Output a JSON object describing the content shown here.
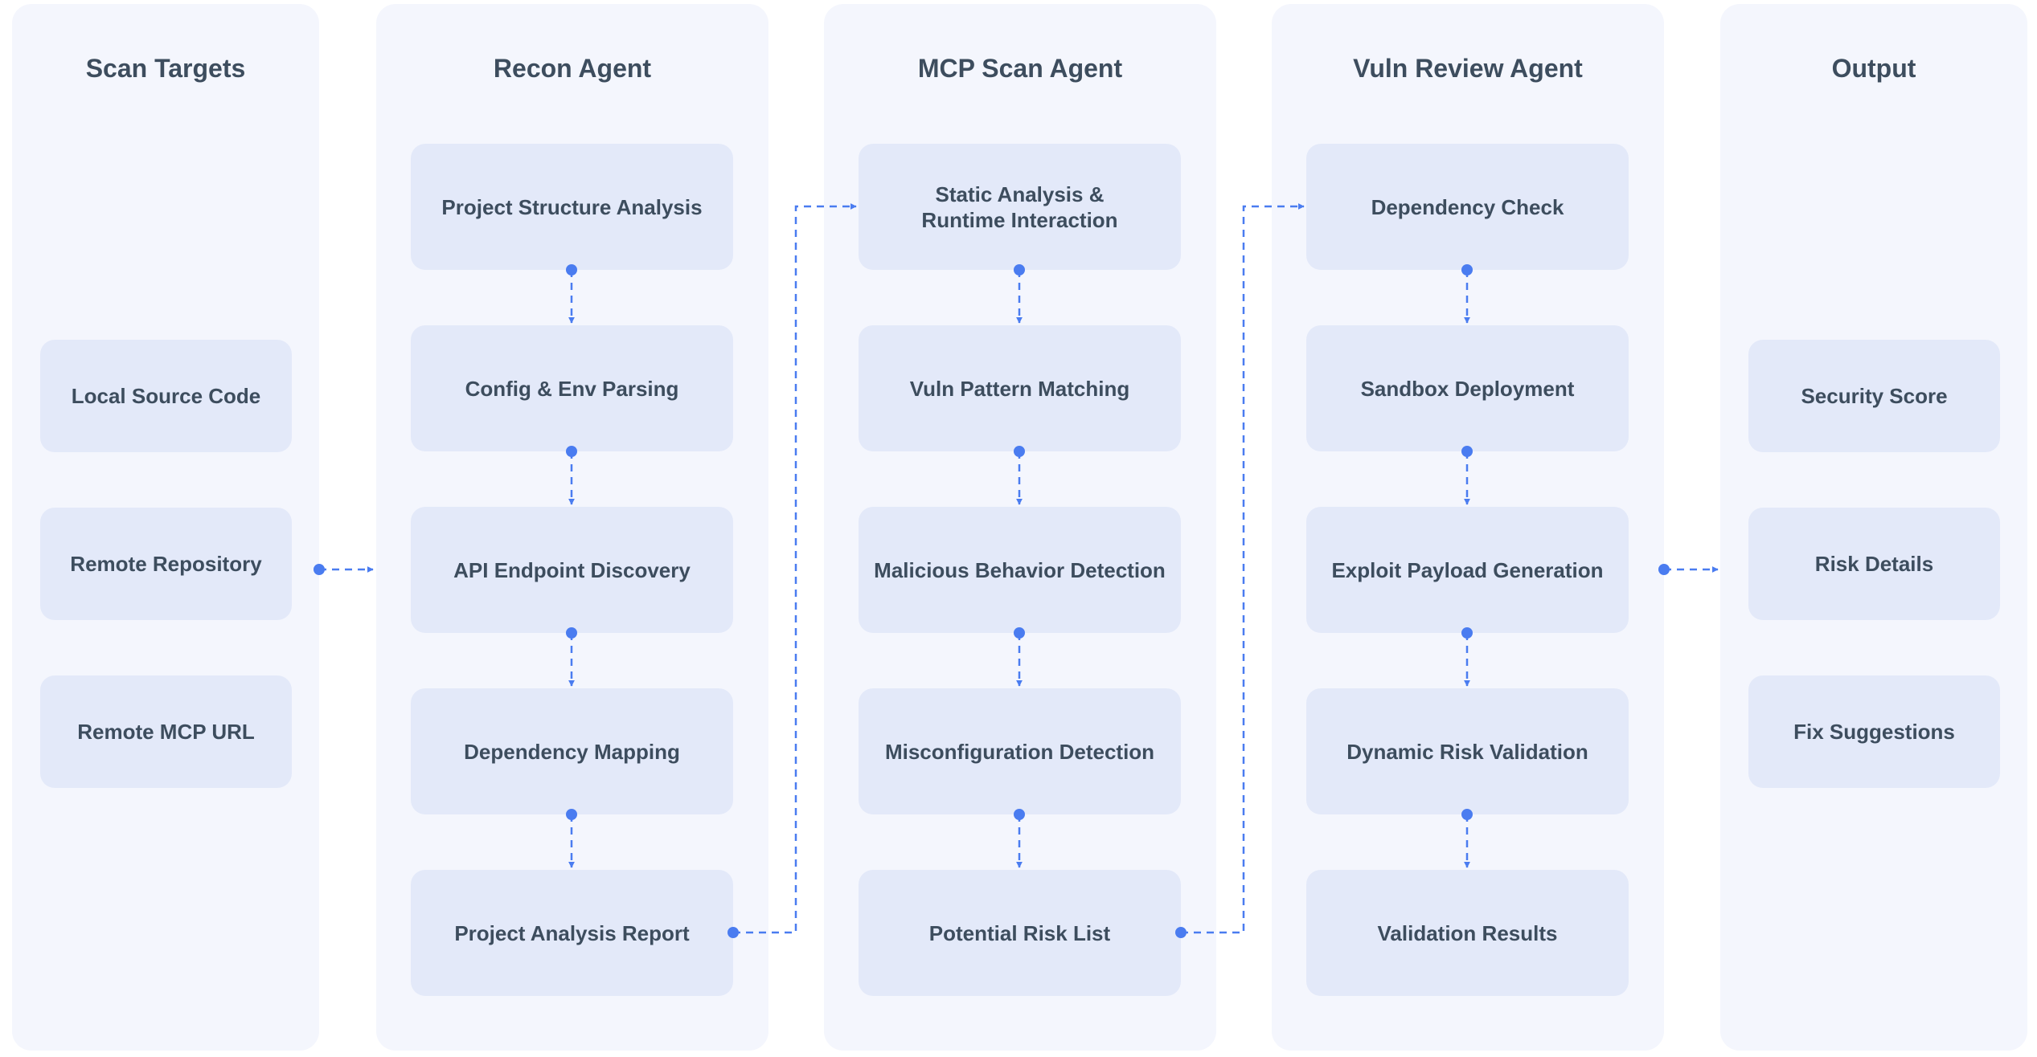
{
  "lanes": {
    "scan_targets": {
      "title": "Scan Targets",
      "items": [
        "Local Source Code",
        "Remote Repository",
        "Remote MCP URL"
      ]
    },
    "recon": {
      "title": "Recon Agent",
      "steps": [
        "Project Structure Analysis",
        "Config & Env Parsing",
        "API Endpoint Discovery",
        "Dependency Mapping",
        "Project Analysis Report"
      ]
    },
    "mcp_scan": {
      "title": "MCP Scan Agent",
      "steps": [
        "Static Analysis &\nRuntime Interaction",
        "Vuln Pattern Matching",
        "Malicious Behavior Detection",
        "Misconfiguration Detection",
        "Potential Risk List"
      ]
    },
    "vuln_review": {
      "title": "Vuln Review Agent",
      "steps": [
        "Dependency Check",
        "Sandbox Deployment",
        "Exploit Payload Generation",
        "Dynamic Risk Validation",
        "Validation Results"
      ]
    },
    "output": {
      "title": "Output",
      "items": [
        "Security Score",
        "Risk Details",
        "Fix Suggestions"
      ]
    }
  },
  "colors": {
    "lane_bg": "#f4f6fd",
    "box_bg": "#e3e9f9",
    "text": "#3d4d5e",
    "connector": "#4a7cf0"
  }
}
